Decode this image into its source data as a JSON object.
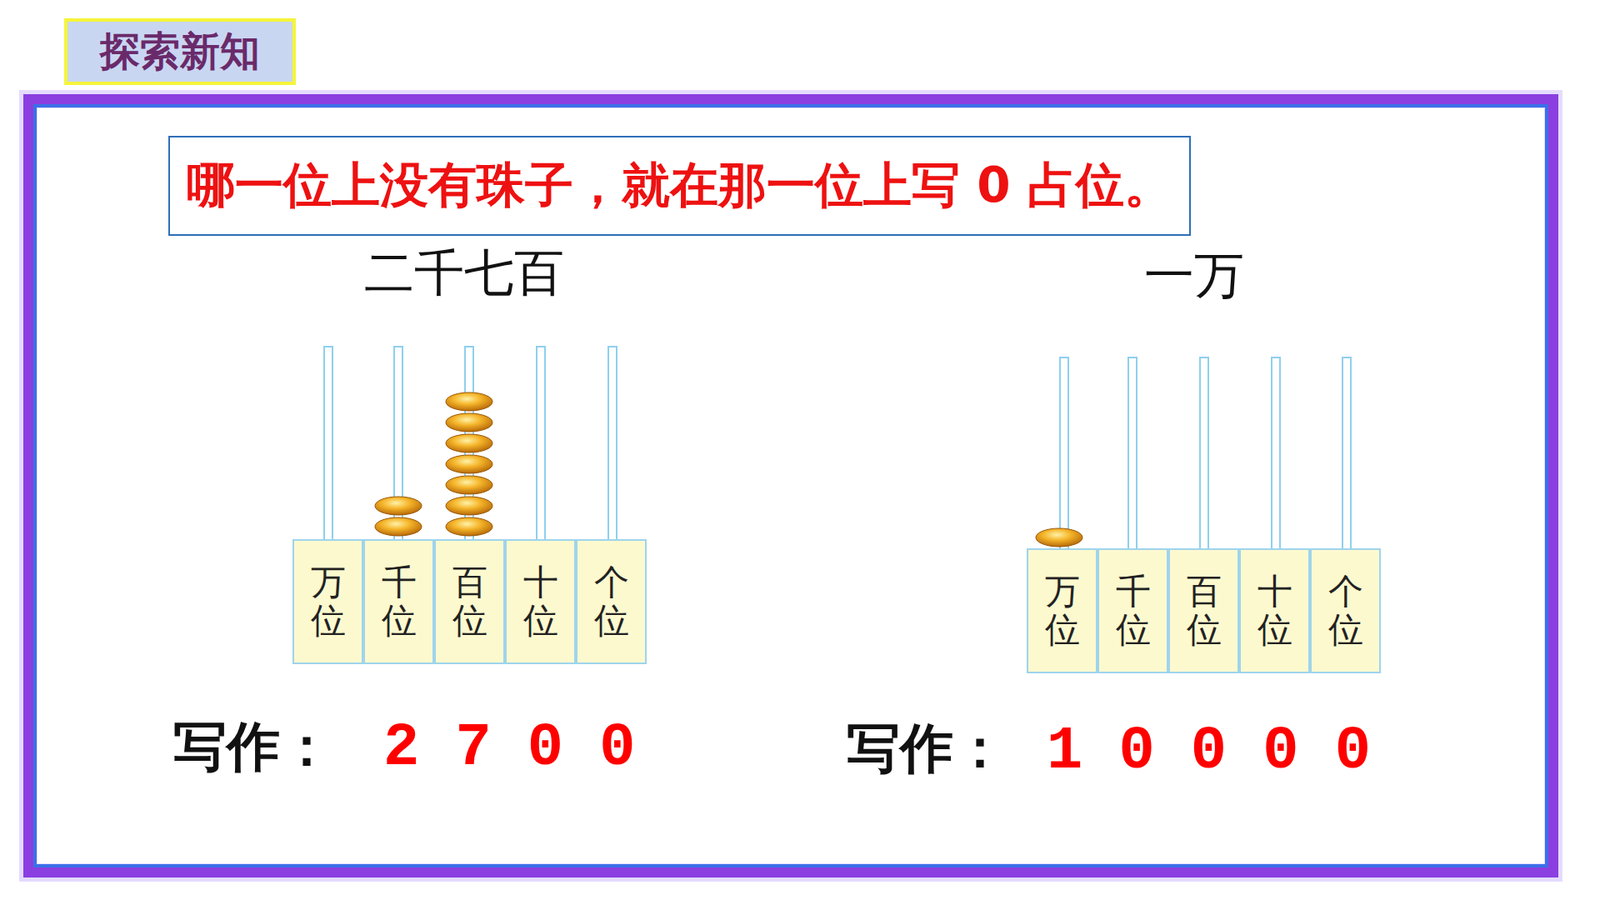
{
  "diagram": {
    "nodes": [
      {
        "text": [
          "探索新知"
        ]
      },
      {
        "text": [
          "哪一位上没有珠子，就在那一位上写 0 占位。"
        ]
      },
      {
        "text": [
          "万位"
        ]
      },
      {
        "text": [
          "千位"
        ]
      },
      {
        "text": [
          "百位"
        ]
      },
      {
        "text": [
          "十位"
        ]
      },
      {
        "text": [
          "个位"
        ]
      },
      {
        "text": [
          "万位"
        ]
      },
      {
        "text": [
          "千位"
        ]
      },
      {
        "text": [
          "百位"
        ]
      },
      {
        "text": [
          "十位"
        ]
      },
      {
        "text": [
          "个位"
        ]
      }
    ],
    "labels": [
      "二千七百",
      "一万",
      "写作：",
      "2 7 0 0",
      "写作：",
      "1 0 0 0 0"
    ]
  }
}
